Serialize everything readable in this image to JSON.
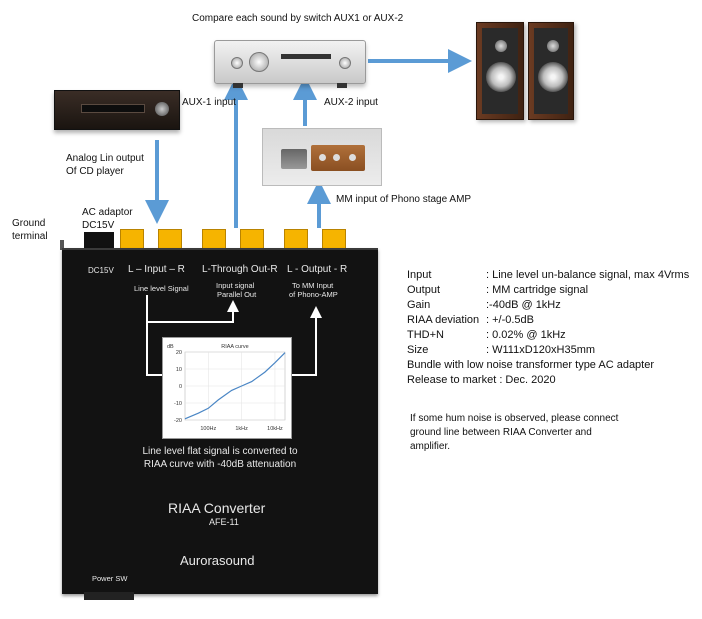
{
  "header": {
    "compare_text": "Compare each sound by switch AUX1 or AUX-2"
  },
  "labels": {
    "aux1": "AUX-1 input",
    "aux2": "AUX-2 input",
    "cd_line1": "Analog Lin output",
    "cd_line2": "Of CD player",
    "phono": "MM input of Phono stage AMP",
    "ground_line1": "Ground",
    "ground_line2": "terminal",
    "ac_line1": "AC adaptor",
    "ac_line2": "DC15V"
  },
  "device": {
    "dc": "DC15V",
    "input": "L – Input – R",
    "through": "L-Through Out-R",
    "output": "L  - Output - R",
    "line_level": "Line level Signal",
    "parallel_1": "Input signal",
    "parallel_2": "Parallel Out",
    "to_mm_1": "To MM Input",
    "to_mm_2": "of Phono-AMP",
    "desc_1": "Line level flat signal is converted to",
    "desc_2": "RIAA curve with -40dB attenuation",
    "name": "RIAA Converter",
    "model": "AFE-11",
    "brand": "Aurorasound",
    "power": "Power SW"
  },
  "chart_data": {
    "type": "line",
    "title": "RIAA curve",
    "ylabel": "dB",
    "xlabel": "",
    "x_scale": "log",
    "xlim": [
      20,
      20000
    ],
    "ylim": [
      -20,
      20
    ],
    "yticks": [
      "20",
      "10",
      "0",
      "-10",
      "-20"
    ],
    "xticks": [
      "100Hz",
      "1kHz",
      "10kHz"
    ],
    "series": [
      {
        "x": [
          20,
          50,
          100,
          200,
          500,
          1000,
          2000,
          5000,
          10000,
          20000
        ],
        "values": [
          -19.3,
          -16.0,
          -13.1,
          -8.2,
          -2.6,
          0.0,
          2.6,
          8.2,
          13.7,
          19.6
        ]
      }
    ]
  },
  "specs": [
    {
      "key": "Input",
      "value": ": Line level un-balance signal, max 4Vrms"
    },
    {
      "key": "Output",
      "value": ": MM cartridge signal"
    },
    {
      "key": "Gain",
      "value": ":-40dB @ 1kHz"
    },
    {
      "key": "RIAA deviation",
      "value": ": +/-0.5dB"
    },
    {
      "key": "THD+N",
      "value": ": 0.02% @ 1kHz"
    },
    {
      "key": "Size",
      "value": ": W111xD120xH35mm"
    }
  ],
  "specs_extra": [
    "Bundle with low noise transformer type AC adapter",
    "Release to market : Dec. 2020"
  ],
  "note": {
    "line1": "If some hum noise is observed, please connect",
    "line2": "ground line between RIAA Converter and",
    "line3": "amplifier."
  },
  "colors": {
    "arrow": "#5b9bd5",
    "terminal": "#f6b400",
    "body": "#121212",
    "curve": "#4a86c5"
  }
}
